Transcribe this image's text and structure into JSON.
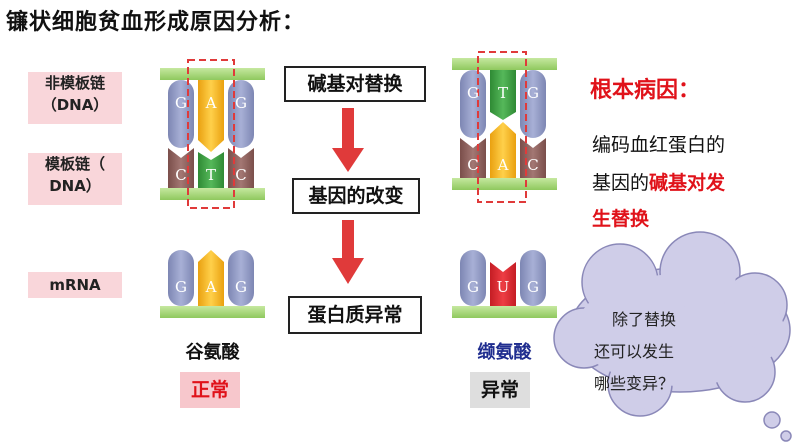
{
  "title": "镰状细胞贫血形成原因分析：",
  "labels": {
    "non_template": [
      "非模板链",
      "（DNA）"
    ],
    "template": [
      "模板链（",
      "DNA）"
    ],
    "mrna": "mRNA"
  },
  "steps": [
    "碱基对替换",
    "基因的改变",
    "蛋白质异常"
  ],
  "normal": {
    "top_bases": [
      "G",
      "A",
      "G"
    ],
    "bottom_bases": [
      "C",
      "T",
      "C"
    ],
    "mrna_bases": [
      "G",
      "A",
      "G"
    ],
    "amino_acid": "谷氨酸",
    "status": "正常"
  },
  "mutant": {
    "top_bases": [
      "G",
      "T",
      "G"
    ],
    "bottom_bases": [
      "C",
      "A",
      "C"
    ],
    "mrna_bases": [
      "G",
      "U",
      "G"
    ],
    "amino_acid": "缬氨酸",
    "status": "异常"
  },
  "root_cause": {
    "heading": "根本病因：",
    "line1": "编码血红蛋白的",
    "line2a": "基因的",
    "line2b": "碱基对发",
    "line3": "生替换"
  },
  "cloud": [
    "除了替换",
    "还可以发生",
    "哪些变异？"
  ],
  "colors": {
    "green_bar": "#a8d67a",
    "blue_pillar": "#8e97bf",
    "brown_pillar": "#8a5e5a",
    "yellow": "#f2b21c",
    "green_base": "#3f9a42",
    "red_base": "#d8262e",
    "red_arrow": "#e03a3a",
    "accent_red": "#e0121a",
    "navy": "#1f2d8f",
    "cloud_fill": "#cfcde8",
    "badge_normal": "#f7c7cc",
    "badge_abnormal": "#dedede"
  }
}
